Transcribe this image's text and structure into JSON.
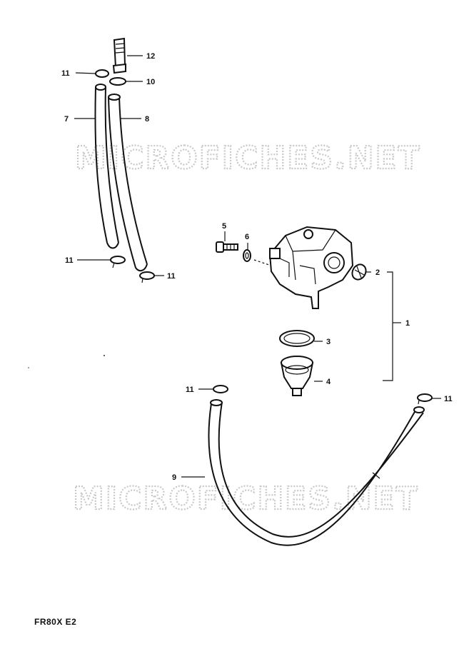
{
  "watermark": "MICROFICHES.NET",
  "footer": "FR80X E2",
  "callouts": {
    "c1": "1",
    "c2": "2",
    "c3": "3",
    "c4": "4",
    "c5": "5",
    "c6": "6",
    "c7": "7",
    "c8": "8",
    "c9": "9",
    "c10": "10",
    "c11": "11",
    "c12": "12"
  }
}
